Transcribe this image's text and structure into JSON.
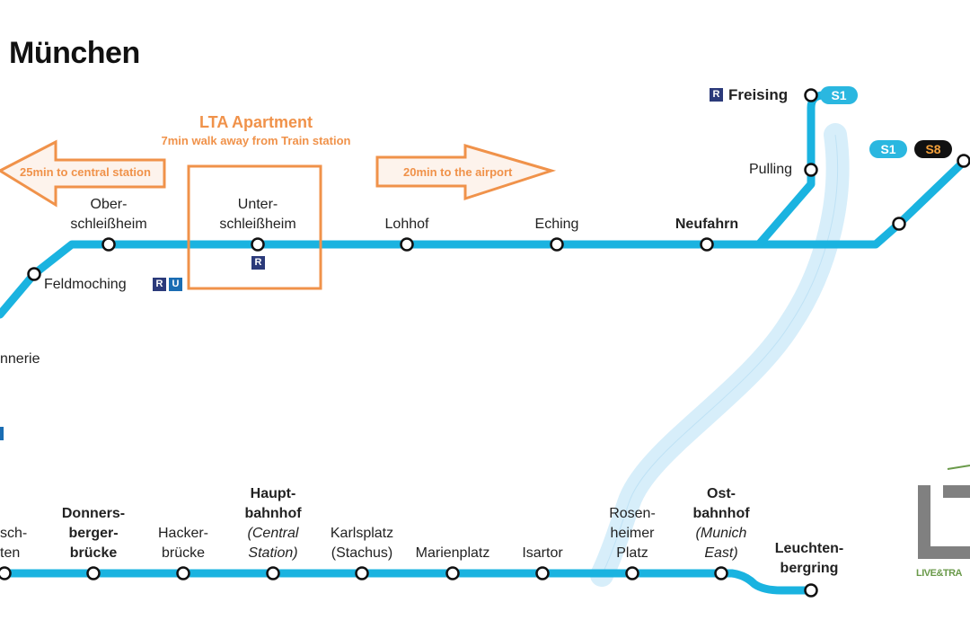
{
  "title": "München",
  "apartment": {
    "title": "LTA Apartment",
    "subtitle": "7min walk away from Train station"
  },
  "arrows": {
    "left_text": "25min to central station",
    "right_text": "20min to the airport"
  },
  "badges": {
    "freising_line": "S1",
    "branch_line_a": "S1",
    "branch_line_b": "S8"
  },
  "stations": {
    "freising": "Freising",
    "pulling": "Pulling",
    "neufahrn": "Neufahrn",
    "eching": "Eching",
    "lohhof": "Lohhof",
    "unterschleissheim_1": "Unter-",
    "unterschleissheim_2": "schleißheim",
    "oberschleissheim_1": "Ober-",
    "oberschleissheim_2": "schleißheim",
    "feldmoching": "Feldmoching",
    "moosach_partial": "nnerie",
    "hackerbruecke_partial_1": "sch-",
    "hackerbruecke_partial_2": "ten",
    "donnersberger_1": "Donners-",
    "donnersberger_2": "berger-",
    "donnersberger_3": "brücke",
    "hacker_1": "Hacker-",
    "hacker_2": "brücke",
    "hbf_1": "Haupt-",
    "hbf_2": "bahnhof",
    "hbf_3": "(Central",
    "hbf_4": "Station)",
    "karlsplatz_1": "Karlsplatz",
    "karlsplatz_2": "(Stachus)",
    "marienplatz": "Marienplatz",
    "isartor": "Isartor",
    "rosenheimer_1": "Rosen-",
    "rosenheimer_2": "heimer",
    "rosenheimer_3": "Platz",
    "ost_1": "Ost-",
    "ost_2": "bahnhof",
    "ost_3": "(Munich",
    "ost_4": "East)",
    "leuchten_1": "Leuchten-",
    "leuchten_2": "bergring"
  },
  "marks": {
    "r": "R",
    "u": "U"
  },
  "logo": {
    "text": "LIVE&TRA"
  },
  "colors": {
    "line": "#1ab3e0",
    "river": "#d7eefa",
    "accent": "#f0924a",
    "station_fill": "#ffffff",
    "station_stroke": "#111111"
  }
}
